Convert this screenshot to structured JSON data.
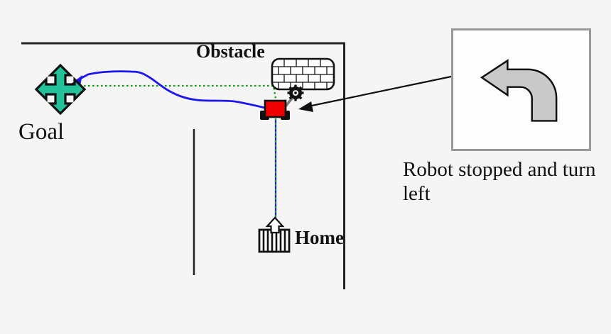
{
  "figure": {
    "description_names": [
      "goal-marker",
      "obstacle-brick-wall",
      "robot",
      "gear",
      "home-gate",
      "traveled-path",
      "planned-path",
      "turn-left-arrow"
    ],
    "labels": {
      "obstacle": "Obstacle",
      "goal": "Goal",
      "home": "Home"
    },
    "callout": {
      "icon": "turn-left-arrow-icon",
      "caption_line1": "Robot stopped and turn",
      "caption_line2": "left"
    }
  },
  "colors": {
    "background": "#f5f5f6",
    "ink": "#111111",
    "boundary": "#222222",
    "goal_fill": "#24c29a",
    "path_blue": "#1b16ee",
    "path_green": "#17a017",
    "robot_red": "#ee0000",
    "arm_gray": "#7a7a7a",
    "turn_arrow_fill": "#c9c9c9",
    "callout_border": "#999999"
  }
}
